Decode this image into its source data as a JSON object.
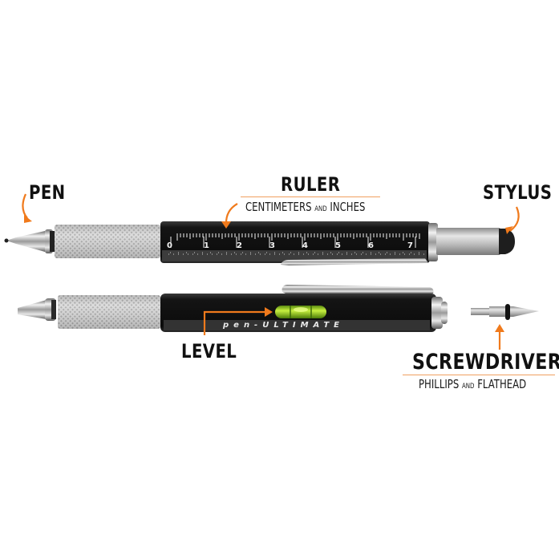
{
  "product": {
    "brand_text": "pen-ULTIMATE",
    "accent_color": "#f07a1c",
    "level_color": "#9cd12a"
  },
  "labels": {
    "pen": {
      "title": "PEN"
    },
    "ruler": {
      "title": "RULER",
      "sub_a": "CENTIMETERS",
      "sub_and": "AND",
      "sub_b": "INCHES"
    },
    "stylus": {
      "title": "STYLUS"
    },
    "level": {
      "title": "LEVEL"
    },
    "screwdriver": {
      "title": "SCREWDRIVER",
      "sub_a": "PHILLIPS",
      "sub_and": "AND",
      "sub_b": "FLATHEAD"
    }
  },
  "ruler_scale": {
    "numbers": [
      "0",
      "1",
      "2",
      "3",
      "4",
      "5",
      "6",
      "7"
    ]
  }
}
